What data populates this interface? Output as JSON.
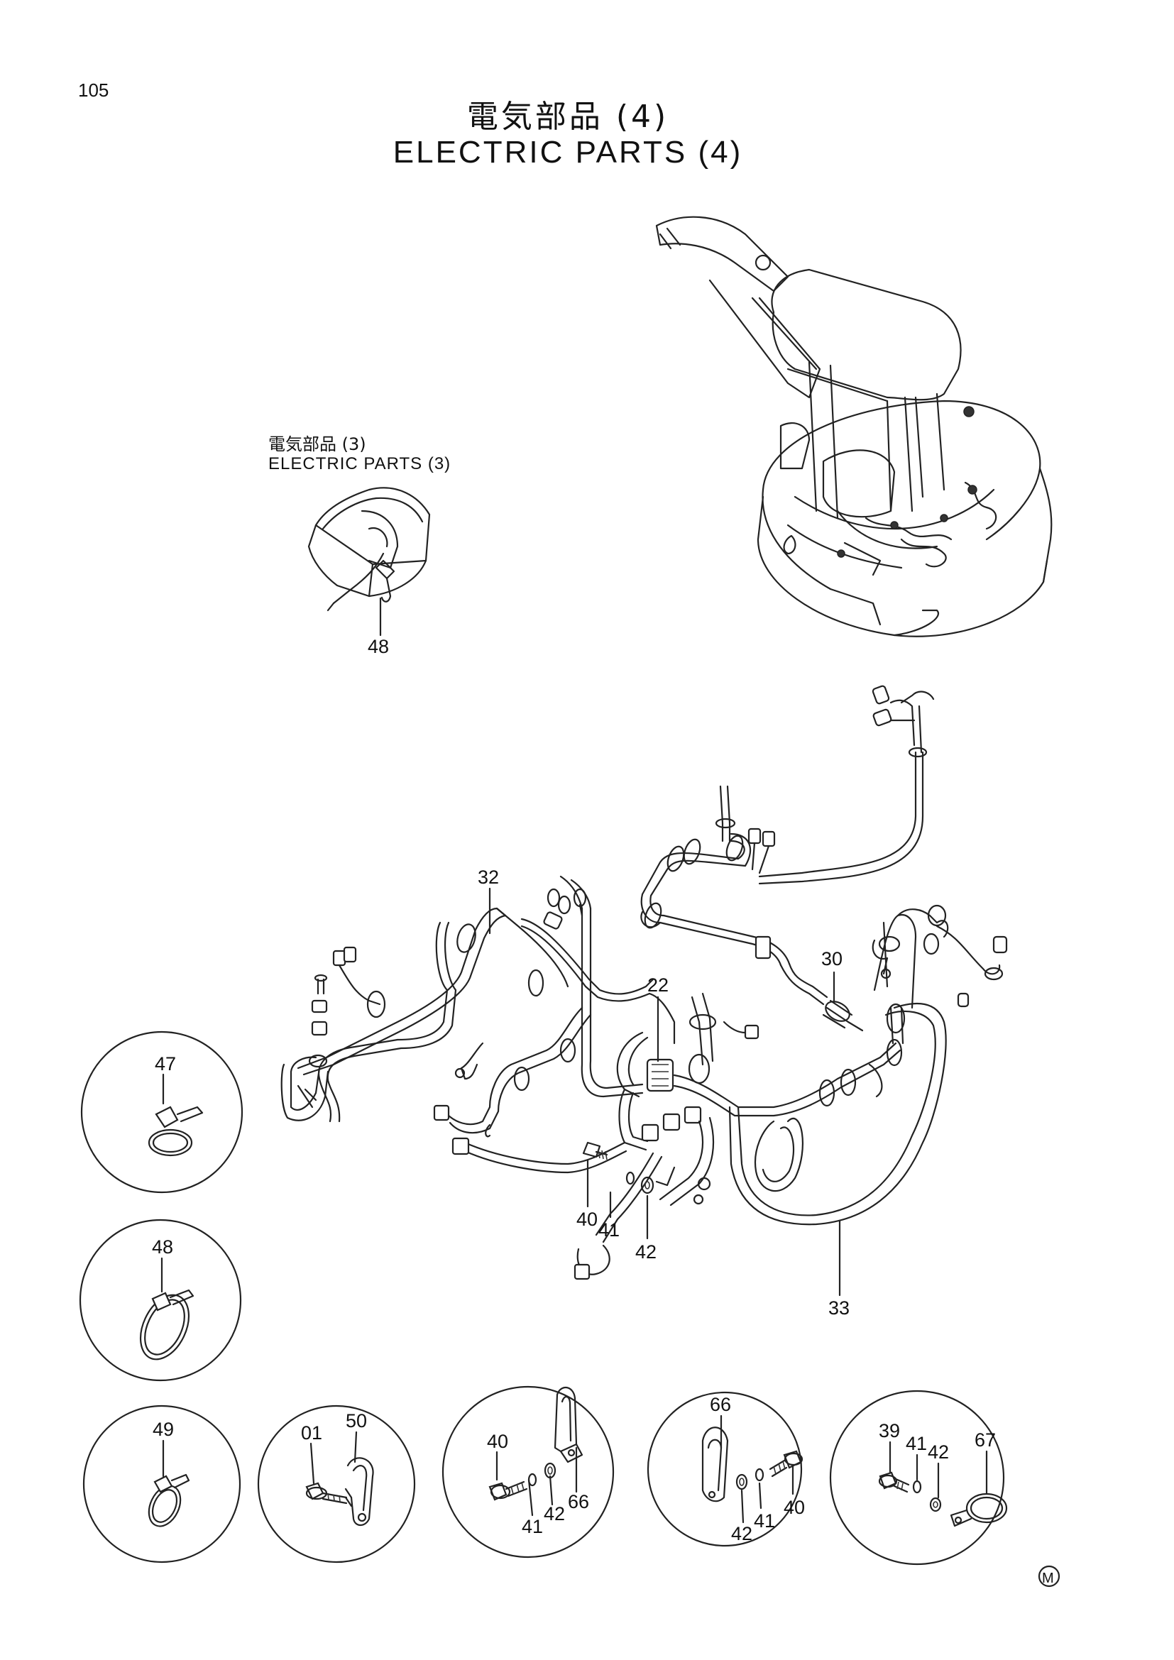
{
  "page_number": "105",
  "title_jp": "電気部品 (4)",
  "title_en": "ELECTRIC PARTS (4)",
  "reference": {
    "jp": "電気部品 (3)",
    "en": "ELECTRIC PARTS (3)"
  },
  "callouts": {
    "ref_48": "48",
    "main_32": "32",
    "main_22": "22",
    "main_30": "30",
    "main_40": "40",
    "main_41": "41",
    "main_42": "42",
    "main_33": "33"
  },
  "details": {
    "d47": {
      "label": "47"
    },
    "d48": {
      "label": "48"
    },
    "d49": {
      "label": "49"
    },
    "d50": {
      "a": "01",
      "b": "50"
    },
    "d66a": {
      "a": "40",
      "b": "41",
      "c": "42",
      "d": "66"
    },
    "d66b": {
      "a": "66",
      "b": "42",
      "c": "41",
      "d": "40"
    },
    "d67": {
      "a": "39",
      "b": "41",
      "c": "42",
      "d": "67"
    }
  },
  "corner_mark": "M"
}
